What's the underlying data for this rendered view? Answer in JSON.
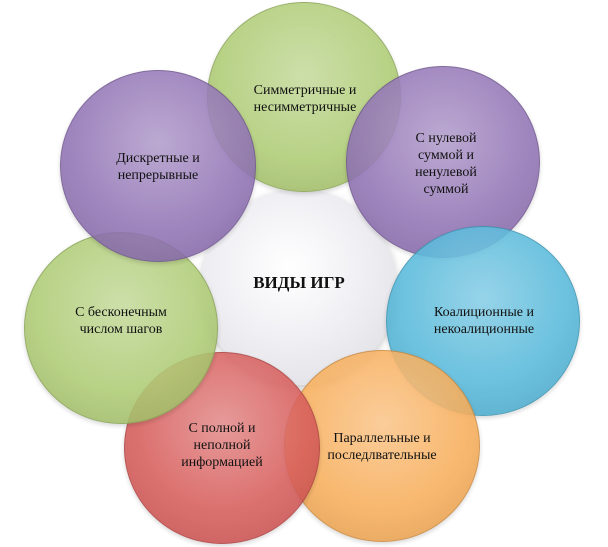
{
  "diagram": {
    "center": {
      "label": "ВИДЫ ИГР"
    },
    "nodes": [
      {
        "id": "symmetric",
        "label": "Симметричные и\nнесимметричные",
        "color": "#a8c86a"
      },
      {
        "id": "zero-sum",
        "label": "С нулевой\nсуммой и\nненулевой\nсуммой",
        "color": "#8a6ab0"
      },
      {
        "id": "coalition",
        "label": "Коалиционные и\nнекоалиционные",
        "color": "#4ab4d8"
      },
      {
        "id": "parallel",
        "label": "Параллельные и\nпоследлвательные",
        "color": "#f7a84e"
      },
      {
        "id": "information",
        "label": "С полной и\nнеполной\nинформацией",
        "color": "#d4504e"
      },
      {
        "id": "infinite",
        "label": "С бесконечным\nчислом шагов",
        "color": "#a8c86a"
      },
      {
        "id": "discrete",
        "label": "Дискретные и\nнепрерывные",
        "color": "#8a6ab0"
      }
    ]
  }
}
